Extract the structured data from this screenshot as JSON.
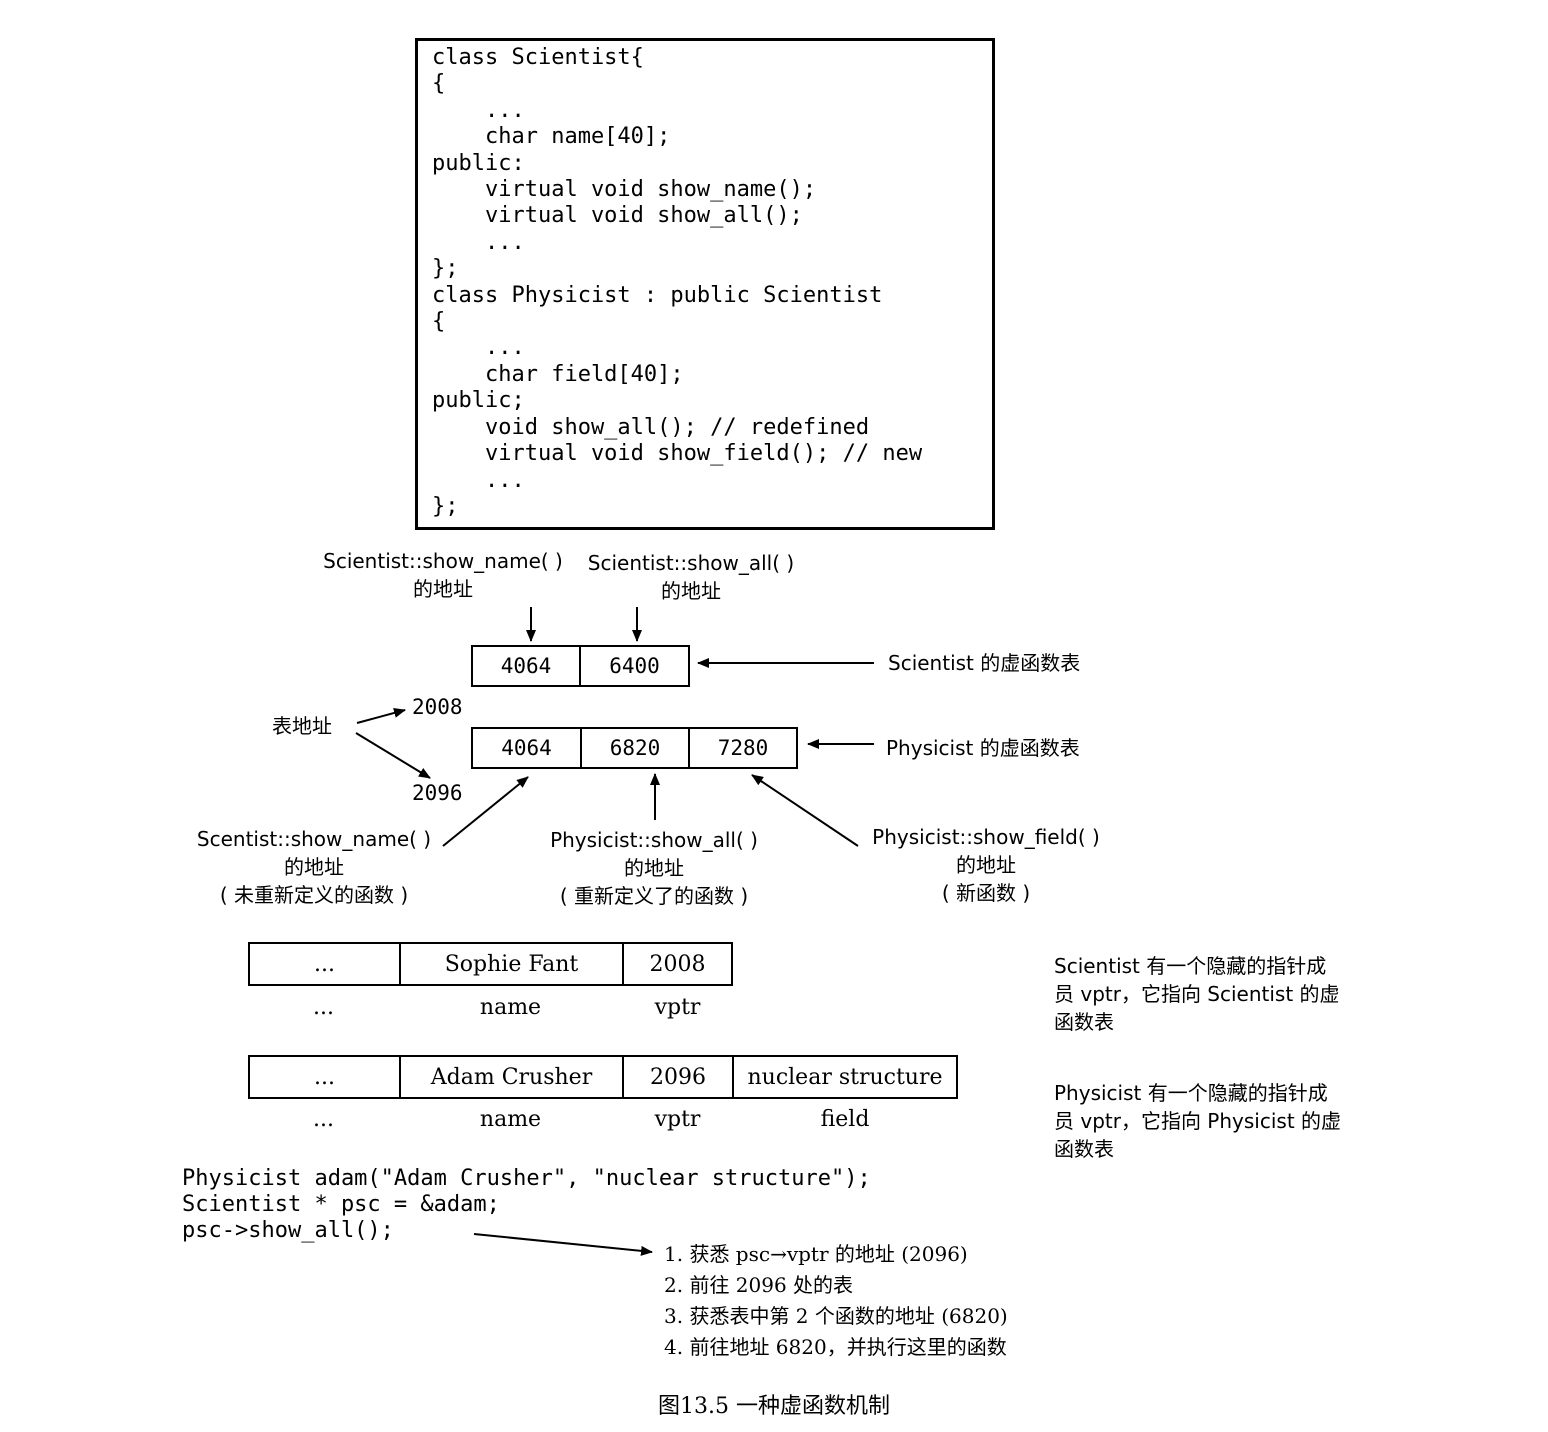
{
  "code_box": {
    "text": "class Scientist{\n{\n    ...\n    char name[40];\npublic:\n    virtual void show_name();\n    virtual void show_all();\n    ...\n};\nclass Physicist : public Scientist\n{\n    ...\n    char field[40];\npublic;\n    void show_all(); // redefined\n    virtual void show_field(); // new\n    ...\n};"
  },
  "top_labels": {
    "sci_show_name": [
      "Scientist::show_name( )",
      "的地址"
    ],
    "sci_show_all": [
      "Scientist::show_all( )",
      "的地址"
    ]
  },
  "scientist_vtable": {
    "cells": [
      "4064",
      "6400"
    ],
    "label": "Scientist 的虚函数表"
  },
  "physicist_vtable": {
    "cells": [
      "4064",
      "6820",
      "7280"
    ],
    "label": "Physicist 的虚函数表"
  },
  "table_address": {
    "label": "表地址",
    "addr_scientist": "2008",
    "addr_physicist": "2096"
  },
  "bottom_labels": {
    "show_name": [
      "Scentist::show_name( )",
      "的地址",
      "( 未重新定义的函数 )"
    ],
    "show_all": [
      "Physicist::show_all( )",
      "的地址",
      "( 重新定义了的函数 )"
    ],
    "show_field": [
      "Physicist::show_field( )",
      "的地址",
      "( 新函数 )"
    ]
  },
  "scientist_object": {
    "cells": [
      "...",
      "Sophie Fant",
      "2008"
    ],
    "captions": [
      "...",
      "name",
      "vptr"
    ],
    "note": [
      "Scientist 有一个隐藏的指针成",
      "员 vptr，它指向 Scientist 的虚",
      "函数表"
    ]
  },
  "physicist_object": {
    "cells": [
      "...",
      "Adam Crusher",
      "2096",
      "nuclear structure"
    ],
    "captions": [
      "...",
      "name",
      "vptr",
      "field"
    ],
    "note": [
      "Physicist 有一个隐藏的指针成",
      "员 vptr，它指向 Physicist 的虚",
      "函数表"
    ]
  },
  "main_code": {
    "text": "Physicist adam(\"Adam Crusher\", \"nuclear structure\");\nScientist * psc = &adam;\npsc->show_all();"
  },
  "steps": [
    "1. 获悉 psc→vptr 的地址 (2096)",
    "2. 前往 2096 处的表",
    "3. 获悉表中第 2 个函数的地址 (6820)",
    "4. 前往地址 6820，并执行这里的函数"
  ],
  "caption": "图13.5 一种虚函数机制"
}
